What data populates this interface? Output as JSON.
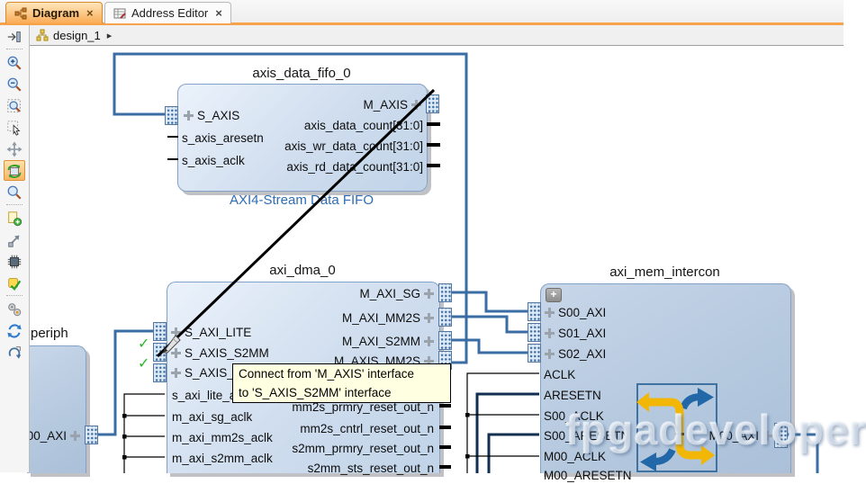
{
  "tabs": {
    "diagram": "Diagram",
    "address": "Address Editor",
    "close": "×"
  },
  "breadcrumb": {
    "design": "design_1",
    "arrow": "▸"
  },
  "toolbar": {
    "icons": [
      "dock",
      "zoom-in",
      "zoom-out",
      "zoom-fit",
      "select-area",
      "fit-view",
      "auto-layout",
      "search",
      "add-ip",
      "make-external",
      "customize-block",
      "validate-design",
      "settings",
      "regenerate-layout",
      "reset-layout"
    ]
  },
  "blocks": {
    "fifo": {
      "title": "axis_data_fifo_0",
      "subtitle": "AXI4-Stream Data FIFO",
      "left": [
        "S_AXIS",
        "s_axis_aresetn",
        "s_axis_aclk"
      ],
      "right": [
        "M_AXIS",
        "axis_data_count[31:0]",
        "axis_wr_data_count[31:0]",
        "axis_rd_data_count[31:0]"
      ]
    },
    "dma": {
      "title": "axi_dma_0",
      "left": [
        "S_AXI_LITE",
        "S_AXIS_S2MM",
        "S_AXIS_STS",
        "s_axi_lite_aclk",
        "m_axi_sg_aclk",
        "m_axi_mm2s_aclk",
        "m_axi_s2mm_aclk"
      ],
      "right": [
        "M_AXI_SG",
        "M_AXI_MM2S",
        "M_AXI_S2MM",
        "M_AXIS_MM2S",
        "mm2s_prmry_reset_out_n",
        "mm2s_cntrl_reset_out_n",
        "s2mm_prmry_reset_out_n",
        "s2mm_sts_reset_out_n"
      ]
    },
    "intercon": {
      "title": "axi_mem_intercon",
      "expand": "+",
      "left": [
        "S00_AXI",
        "S01_AXI",
        "S02_AXI",
        "ACLK",
        "ARESETN",
        "S00_ACLK",
        "S00_ARESETN",
        "M00_ACLK",
        "M00_ARESETN"
      ],
      "right": [
        "M00_AXI"
      ]
    },
    "periph": {
      "title": "periph",
      "port": "00_AXI"
    }
  },
  "tooltip": {
    "line1": "Connect from 'M_AXIS' interface",
    "line2": "to 'S_AXIS_S2MM' interface"
  },
  "watermark": "fpgadeveloper",
  "check": "✓",
  "colors": {
    "accent_orange": "#f7a24b",
    "wire_blue": "#3a6da3",
    "wire_navy": "#122f52",
    "tooltip_bg": "#ffffe1",
    "valid_green": "#28b828",
    "block_border": "#84a2c6",
    "subtitle_blue": "#2e6db5"
  }
}
